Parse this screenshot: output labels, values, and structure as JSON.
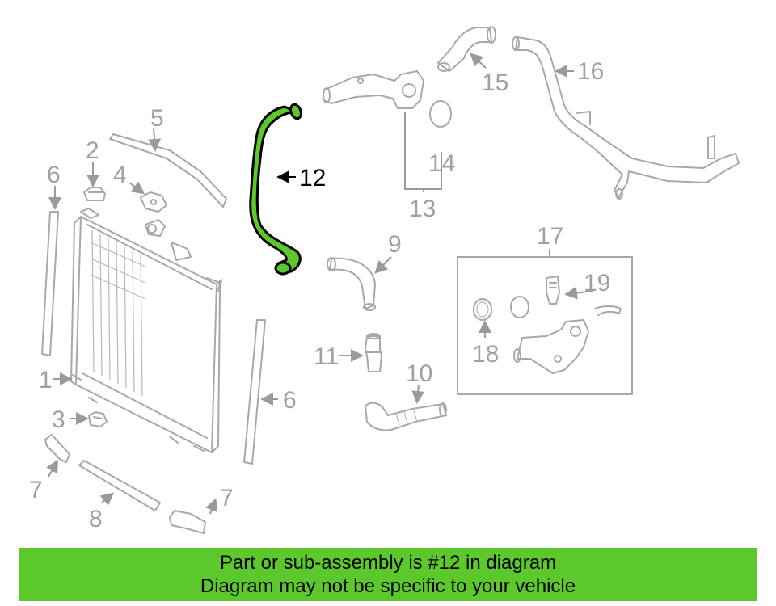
{
  "highlight_color": "#5cc82b",
  "highlighted_part": "12",
  "callouts": {
    "c1": "1",
    "c2": "2",
    "c3": "3",
    "c4": "4",
    "c5": "5",
    "c6a": "6",
    "c6b": "6",
    "c7a": "7",
    "c7b": "7",
    "c8": "8",
    "c9": "9",
    "c10": "10",
    "c11": "11",
    "c12": "12",
    "c13": "13",
    "c14": "14",
    "c15": "15",
    "c16": "16",
    "c17": "17",
    "c18": "18",
    "c19": "19"
  },
  "banner": {
    "line1": "Part or sub-assembly is #12 in diagram",
    "line2": "Diagram may not be specific to your vehicle"
  }
}
